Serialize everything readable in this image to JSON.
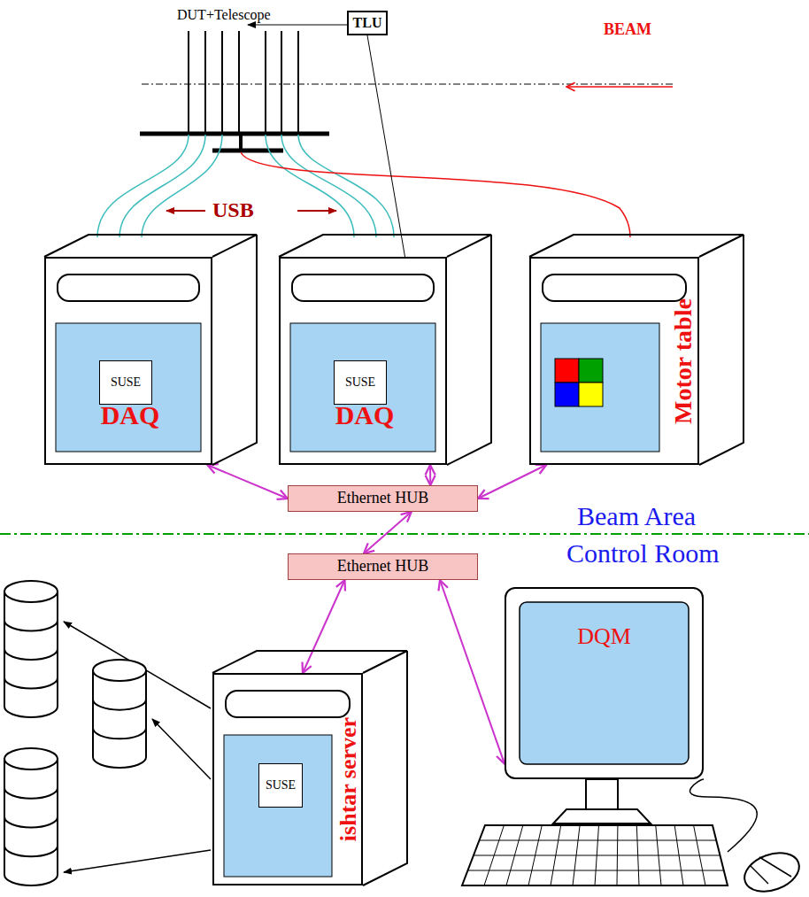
{
  "diagram": {
    "nodes": [
      {
        "text": [
          "TLU"
        ]
      },
      {
        "text": [
          "DAQ"
        ]
      },
      {
        "text": [
          "SUSE"
        ],
        "in": 1
      },
      {
        "text": [
          "DAQ"
        ]
      },
      {
        "text": [
          "SUSE"
        ],
        "in": 3
      },
      {
        "text": [
          "Motor table"
        ]
      },
      {
        "text": [
          "Ethernet HUB"
        ]
      },
      {
        "text": [
          "Ethernet HUB"
        ]
      },
      {
        "text": [
          "ishtar server"
        ]
      },
      {
        "text": [
          "SUSE"
        ],
        "in": 8
      },
      {
        "text": [
          "DQM"
        ]
      }
    ],
    "edges": [
      {
        "from": 0,
        "to": 3,
        "arrow": "none"
      },
      {
        "from": 1,
        "to": 6,
        "arrow": "both"
      },
      {
        "from": 3,
        "to": 6,
        "arrow": "both"
      },
      {
        "from": 5,
        "to": 6,
        "arrow": "both"
      },
      {
        "from": 6,
        "to": 7,
        "arrow": "both"
      },
      {
        "from": 7,
        "to": 8,
        "arrow": "both"
      },
      {
        "from": 7,
        "to": 10,
        "arrow": "both"
      }
    ],
    "labels": [
      "DUT+Telescope",
      "BEAM",
      "USB",
      "Beam Area",
      "Control Room"
    ]
  }
}
